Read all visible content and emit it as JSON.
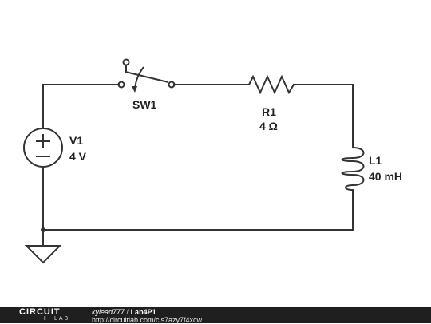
{
  "components": {
    "V1": {
      "name": "V1",
      "value": "4 V",
      "plus": "+",
      "minus": "−"
    },
    "SW1": {
      "name": "SW1"
    },
    "R1": {
      "name": "R1",
      "value": "4 Ω"
    },
    "L1": {
      "name": "L1",
      "value": "40 mH"
    }
  },
  "footer": {
    "logo_top": "CIRCUIT",
    "logo_bottom": "LAB",
    "logo_mark": "⊣⊢",
    "user": "kylead777",
    "separator": " / ",
    "title": "Lab4P1",
    "url": "http://circuitlab.com/cjs7azy7f4xcw"
  }
}
